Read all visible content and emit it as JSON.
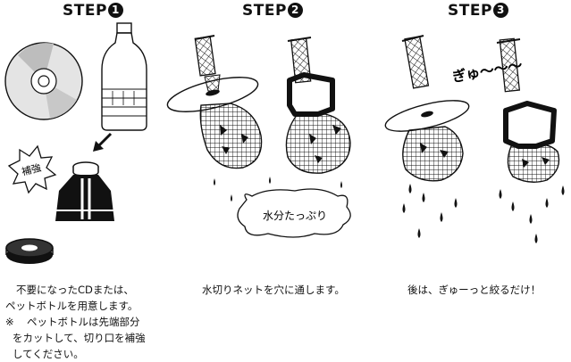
{
  "steps": [
    {
      "word": "STEP",
      "number": "1"
    },
    {
      "word": "STEP",
      "number": "2"
    },
    {
      "word": "STEP",
      "number": "3"
    }
  ],
  "labels": {
    "reinforce": "補強",
    "lots_of_water": "水分たっぷり",
    "squeeze_sound": "ぎゅ〜〜〜"
  },
  "captions": {
    "step1": [
      "不要になったCDまたは、",
      "ペットボトルを用意します。"
    ],
    "note_mark": "※",
    "note": [
      "ペットボトルは先端部分",
      "をカットして、切り口を補強",
      "してください。"
    ],
    "step2": "水切りネットを穴に通します。",
    "step3": "後は、ぎゅーっと絞るだけ！"
  },
  "colors": {
    "ink": "#111111",
    "cd_gray": "#cfcfcf",
    "paper": "#ffffff"
  },
  "icons": [
    "cd-disc-icon",
    "pet-bottle-icon",
    "arrow-icon",
    "cut-bottle-icon",
    "rubber-ring-icon",
    "mesh-bag-icon",
    "water-drop-icon"
  ]
}
